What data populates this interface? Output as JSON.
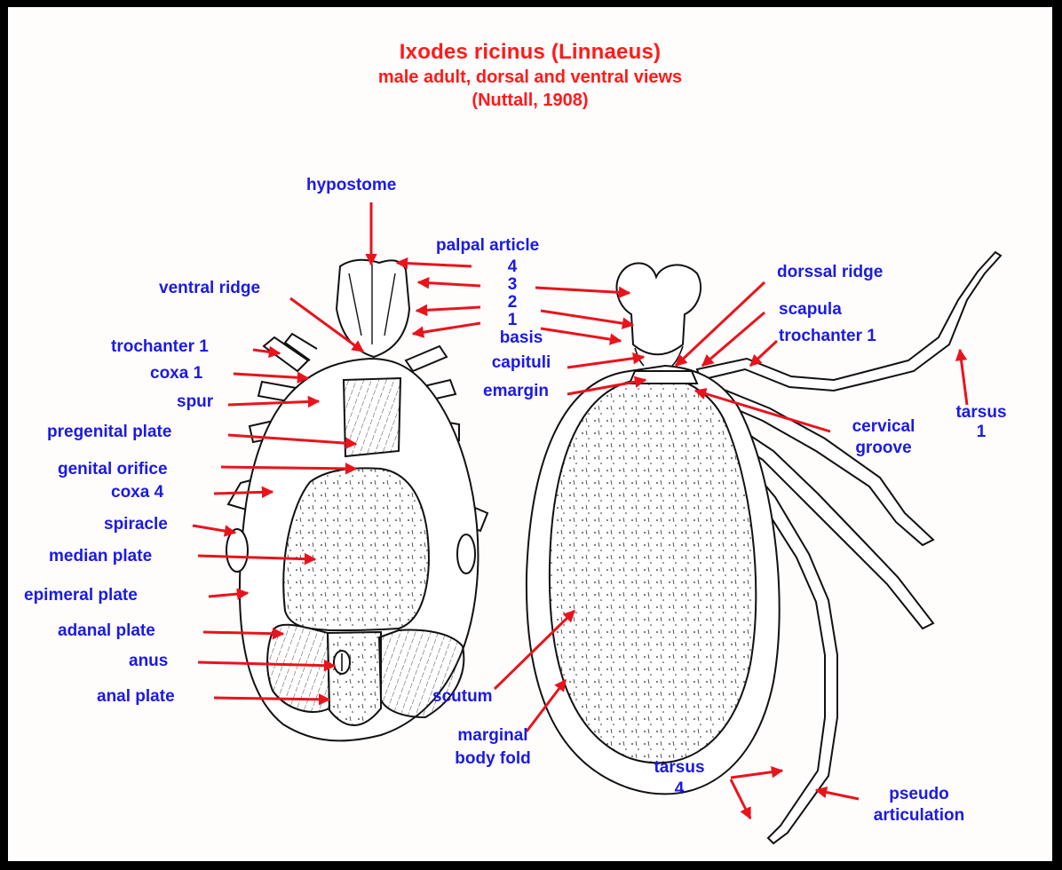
{
  "title": {
    "line1": "Ixodes ricinus (Linnaeus)",
    "line2": "male adult, dorsal and ventral views",
    "line3": "(Nuttall, 1908)"
  },
  "labels": {
    "hypostome": "hypostome",
    "palpal_article": "palpal article",
    "num_4": "4",
    "num_3": "3",
    "num_2": "2",
    "num_1": "1",
    "basis": "basis",
    "capituli": "capituli",
    "emargin": "emargin",
    "ventral_ridge": "ventral ridge",
    "trochanter_1_left": "trochanter 1",
    "coxa_1": "coxa 1",
    "spur": "spur",
    "pregenital_plate": "pregenital plate",
    "genital_orifice": "genital orifice",
    "coxa_4": "coxa 4",
    "spiracle": "spiracle",
    "median_plate": "median plate",
    "epimeral_plate": "epimeral plate",
    "adanal_plate": "adanal plate",
    "anus": "anus",
    "anal_plate": "anal plate",
    "dorssal_ridge": "dorssal ridge",
    "scapula": "scapula",
    "trochanter_1_right": "trochanter 1",
    "tarsus_1_a": "tarsus",
    "tarsus_1_b": "1",
    "cervical_a": "cervical",
    "cervical_b": "groove",
    "scutum": "scutum",
    "marginal_a": "marginal",
    "marginal_b": "body fold",
    "tarsus_4_a": "tarsus",
    "tarsus_4_b": "4",
    "pseudo_a": "pseudo",
    "pseudo_b": "articulation"
  },
  "colors": {
    "frame": "#000000",
    "background": "#fffcfc",
    "title": "#ff1a1a",
    "label": "#1a1ae6",
    "arrow": "#e8141c",
    "ink": "#111111"
  }
}
